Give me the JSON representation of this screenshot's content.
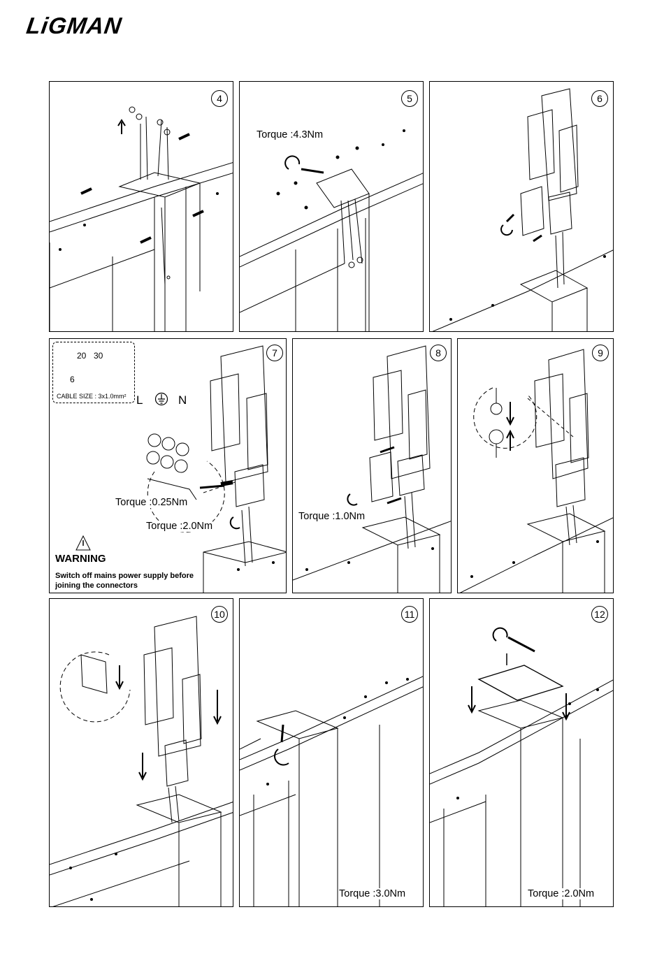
{
  "brand": {
    "logo": "LiGMAN"
  },
  "steps": [
    {
      "num": "4"
    },
    {
      "num": "5",
      "torque": "Torque :4.3Nm"
    },
    {
      "num": "6"
    },
    {
      "num": "7",
      "torque_a": "Torque :0.25Nm",
      "torque_b": "Torque :2.0Nm",
      "cable": {
        "dim_a": "20",
        "dim_b": "30",
        "dim_c": "6",
        "size": "CABLE SIZE : 3x1.0mm²"
      },
      "wires": {
        "l": "L",
        "n": "N"
      },
      "warning": {
        "title": "WARNING",
        "text": "Switch off mains power supply before joining the connectors"
      }
    },
    {
      "num": "8",
      "torque": "Torque :1.0Nm"
    },
    {
      "num": "9"
    },
    {
      "num": "10"
    },
    {
      "num": "11",
      "torque": "Torque :3.0Nm"
    },
    {
      "num": "12",
      "torque": "Torque :2.0Nm"
    }
  ]
}
